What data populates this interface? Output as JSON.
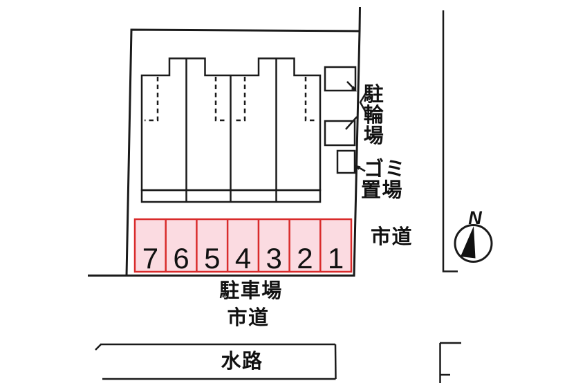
{
  "colors": {
    "background": "#ffffff",
    "outline": "#1a1a1a",
    "plot_fill": "#eeeff3",
    "building_fill": "#f9f4c5",
    "porch_fill": "#ffffff",
    "box_fill": "#ffffff",
    "parking_fill": "#fbdbe1",
    "parking_border": "#d92b2b",
    "text": "#111111",
    "needle_fill": "#111111"
  },
  "labels": {
    "bicycle_parking": "駐輪場",
    "garbage_area_line1": "ゴミ",
    "garbage_area_line2": "置場",
    "city_road_right": "市道",
    "parking_lot": "駐車場",
    "city_road_bottom": "市道",
    "waterway": "水路",
    "compass_north": "N"
  },
  "parking_spaces": [
    "7",
    "6",
    "5",
    "4",
    "3",
    "2",
    "1"
  ]
}
